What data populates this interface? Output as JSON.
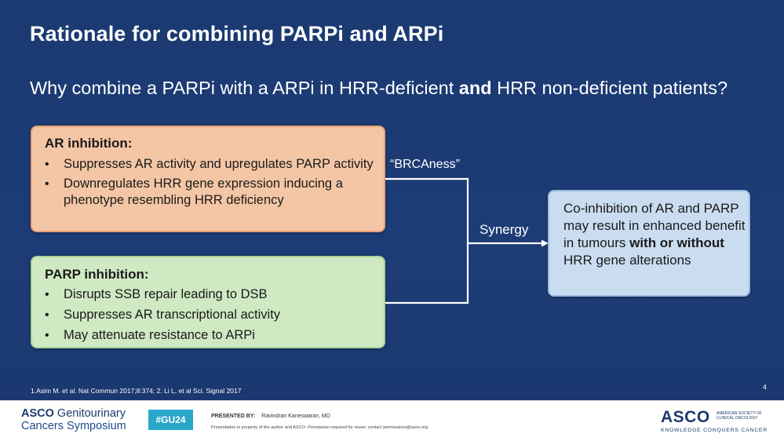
{
  "slide": {
    "title": "Rationale for combining PARPi and ARPi",
    "question": {
      "part1": "Why combine a PARPi with a ARPi in HRR-deficient ",
      "bold": "and",
      "part2": " HRR non-deficient patients?"
    }
  },
  "ar_box": {
    "heading": "AR inhibition:",
    "bullets": [
      "Suppresses AR activity and upregulates PARP activity",
      "Downregulates HRR gene expression inducing a phenotype resembling HRR deficiency"
    ]
  },
  "parp_box": {
    "heading": "PARP inhibition:",
    "bullets": [
      "Disrupts SSB repair leading to DSB",
      "Suppresses AR transcriptional activity",
      "May attenuate resistance to ARPi"
    ]
  },
  "connector": {
    "brcaness_label": "“BRCAness”",
    "synergy_label": "Synergy"
  },
  "result_box": {
    "text_part1": "Co-inhibition of AR and PARP may result in enhanced benefit in tumours ",
    "text_bold": "with or without",
    "text_part2": " HRR gene alterations"
  },
  "reference": "1.Asim M. et al. Nat Commun 2017;8:374;  2. Li L, et al Sci. Signal 2017",
  "page_number": "4",
  "footer": {
    "meeting_line1_bold": "ASCO",
    "meeting_line1_rest": " Genitourinary",
    "meeting_line2": "Cancers Symposium",
    "hashtag": "#GU24",
    "presented_by_label": "PRESENTED BY:",
    "presenter_name": "Ravindran Kaneswaran, MD",
    "permission_note": "Presentation is property of the author and ASCO. Permission required for reuse; contact permissions@asco.org",
    "asco_logo": "ASCO",
    "asco_society": "AMERICAN SOCIETY OF CLINICAL ONCOLOGY",
    "asco_tagline": "KNOWLEDGE CONQUERS CANCER"
  },
  "colors": {
    "background": "#1c3b73",
    "ar_box": "#f4c6a6",
    "parp_box": "#cfe9c3",
    "result_box": "#c9dcf0",
    "hashtag_badge": "#2aa6c9"
  }
}
